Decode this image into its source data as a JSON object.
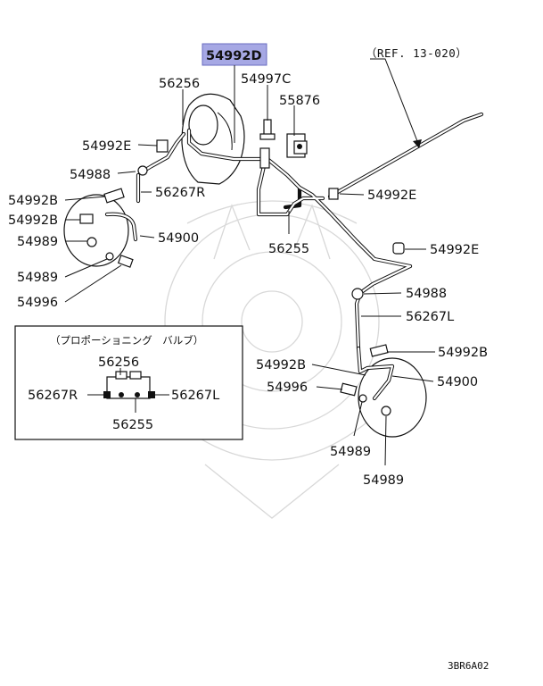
{
  "highlighted_part": "54992D",
  "callouts": {
    "p54992D": "54992D",
    "p56256_top": "56256",
    "p54997C": "54997C",
    "p55876": "55876",
    "ref": "（REF. 13-020）",
    "p54992E_left": "54992E",
    "p54988_left": "54988",
    "p56267R_top": "56267R",
    "p54992B_a": "54992B",
    "p54992B_b": "54992B",
    "p54989_a": "54989",
    "p54900_left": "54900",
    "p54989_b": "54989",
    "p54996_left": "54996",
    "p54992E_mid": "54992E",
    "p56255_top": "56255",
    "p54992E_right": "54992E",
    "p54988_right": "54988",
    "p56267L_right": "56267L",
    "p54992B_right": "54992B",
    "p54992B_lower": "54992B",
    "p54900_right": "54900",
    "p54996_right": "54996",
    "p54989_c": "54989",
    "p54989_d": "54989"
  },
  "inset": {
    "title": "（プロポーショニング　バルブ）",
    "p56256": "56256",
    "p56267R": "56267R",
    "p56267L": "56267L",
    "p56255": "56255"
  },
  "diagram_code": "3BR6A02",
  "colors": {
    "highlight_fill": "#a6a8e4",
    "highlight_stroke": "#6a6cc0",
    "ink": "#111111",
    "watermark": "#d8d8d8"
  }
}
